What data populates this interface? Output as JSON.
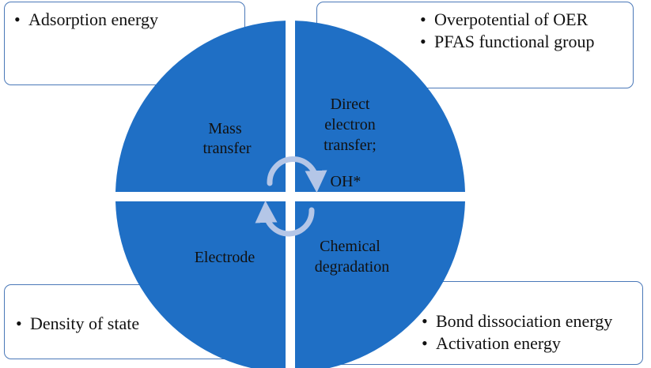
{
  "callouts": {
    "top_left": [
      "Adsorption energy"
    ],
    "top_right": [
      "Overpotential of OER",
      "PFAS functional group"
    ],
    "bottom_left": [
      "Density of state"
    ],
    "bottom_right": [
      "Bond dissociation energy",
      "Activation energy"
    ]
  },
  "quadrants": {
    "top_left": [
      "Mass",
      "transfer"
    ],
    "top_right": [
      "Direct",
      "electron",
      "transfer;",
      "OH*"
    ],
    "bottom_left": [
      "Electrode"
    ],
    "bottom_right": [
      "Chemical",
      "degradation"
    ]
  },
  "colors": {
    "quadrant_fill": "#1f6fc5",
    "callout_border": "#4a78b8",
    "cycle_arrow": "#b4c6e7"
  }
}
